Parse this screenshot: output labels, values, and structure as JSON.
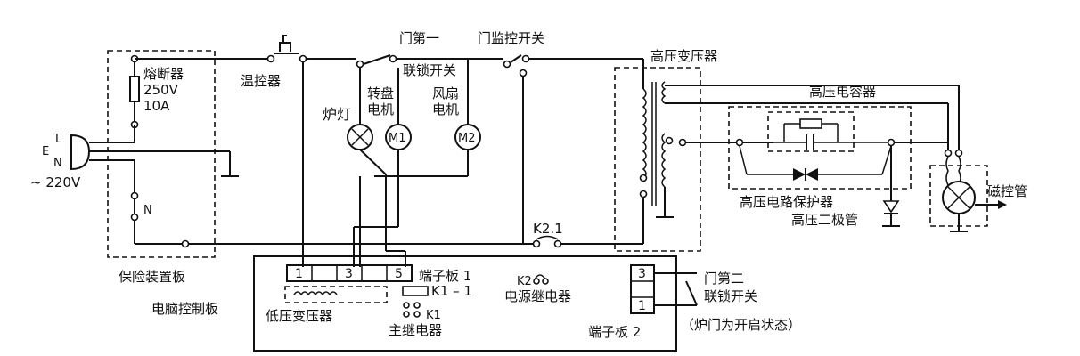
{
  "labels": {
    "protection_board": "保险装置板",
    "fuse": "熔断器",
    "fuse_voltage": "250V",
    "fuse_current": "10A",
    "line_l": "L",
    "line_e": "E",
    "line_n": "N",
    "mains_voltage": "~ 220V",
    "neutral_n": "N",
    "thermostat": "温控器",
    "door_first_interlock_a": "门第一",
    "door_first_interlock_b": "联锁开关",
    "door_monitor_switch": "门监控开关",
    "oven_lamp": "炉灯",
    "turntable_motor_a": "转盘",
    "turntable_motor_b": "电机",
    "fan_motor_a": "风扇",
    "fan_motor_b": "电机",
    "m1": "M1",
    "m2": "M2",
    "hv_transformer": "高压变压器",
    "hv_capacitor": "高压电容器",
    "hv_protector": "高压电路保护器",
    "hv_diode": "高压二极管",
    "magnetron": "磁控管",
    "k2_1": "K2.1",
    "computer_board": "电脑控制板",
    "terminal_board_1": "端子板 1",
    "k1_1": "K1 – 1",
    "k1": "K1",
    "low_voltage_transformer": "低压变压器",
    "main_relay": "主继电器",
    "k2": "K2",
    "power_relay": "电源继电器",
    "terminal_board_2": "端子板 2",
    "door_second_interlock_a": "门第二",
    "door_second_interlock_b": "联锁开关",
    "door_open_state": "（炉门为开启状态）"
  },
  "terminal_board_1_cells": [
    "1",
    "",
    "3",
    "",
    "5"
  ],
  "terminal_board_2_cells": [
    "3",
    "",
    "1"
  ]
}
